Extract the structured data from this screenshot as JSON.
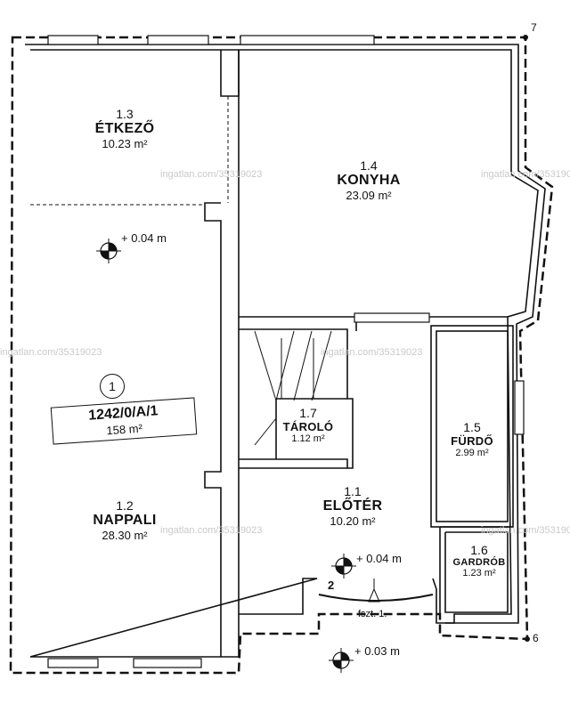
{
  "rooms": [
    {
      "key": "etkezo",
      "number": "1.3",
      "name": "ÉTKEZŐ",
      "area": "10.23 m²"
    },
    {
      "key": "konyha",
      "number": "1.4",
      "name": "KONYHA",
      "area": "23.09 m²"
    },
    {
      "key": "nappali",
      "number": "1.2",
      "name": "NAPPALI",
      "area": "28.30 m²"
    },
    {
      "key": "elotér",
      "number": "1.1",
      "name": "ELŐTÉR",
      "area": "10.20 m²"
    },
    {
      "key": "tarolo",
      "number": "1.7",
      "name": "TÁROLÓ",
      "area": "1.12 m²"
    },
    {
      "key": "furdo",
      "number": "1.5",
      "name": "FÜRDŐ",
      "area": "2.99 m²"
    },
    {
      "key": "gardrob",
      "number": "1.6",
      "name": "GARDRÓB",
      "area": "1.23 m²"
    }
  ],
  "plot": {
    "circle": "1",
    "id": "1242/0/A/1",
    "area": "158 m²"
  },
  "levels": {
    "nappali": "+ 0.04 m",
    "eloter": "+ 0.04 m",
    "outside": "+ 0.03 m"
  },
  "corners": {
    "top_right": "7",
    "bottom_right": "6"
  },
  "door_number": "2",
  "entrance_label": "fszt. 1.",
  "watermark": "ingatlan.com/35319023"
}
